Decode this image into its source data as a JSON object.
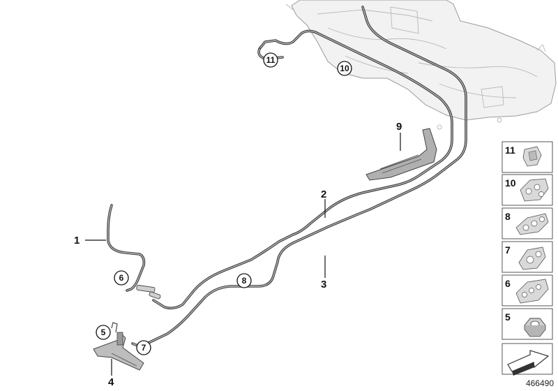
{
  "diagram": {
    "image_id": "466490",
    "callouts": [
      {
        "num": "1"
      },
      {
        "num": "2"
      },
      {
        "num": "3"
      },
      {
        "num": "4"
      },
      {
        "num": "9"
      }
    ],
    "circled_callouts": [
      {
        "num": "11"
      },
      {
        "num": "10"
      },
      {
        "num": "6"
      },
      {
        "num": "8"
      },
      {
        "num": "5"
      },
      {
        "num": "7"
      }
    ],
    "parts_panel": [
      {
        "num": "11",
        "icon": "clip-single-icon"
      },
      {
        "num": "10",
        "icon": "clip-quad-icon"
      },
      {
        "num": "8",
        "icon": "clip-triple-icon"
      },
      {
        "num": "7",
        "icon": "clip-double-icon"
      },
      {
        "num": "6",
        "icon": "clip-quad-small-icon"
      },
      {
        "num": "5",
        "icon": "hex-nut-icon"
      },
      {
        "num": "",
        "icon": "forward-arrow-icon"
      }
    ]
  }
}
